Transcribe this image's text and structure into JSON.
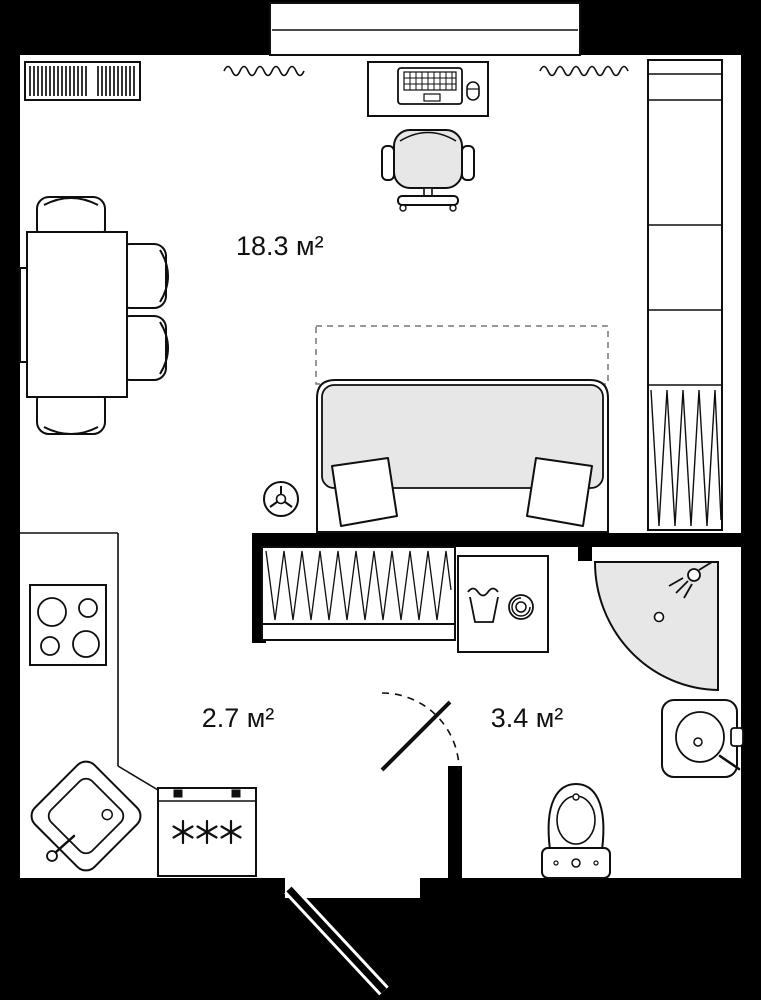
{
  "labels": {
    "living_area": "18.3 м²",
    "hall_area": "2.7 м²",
    "bathroom_area": "3.4 м²"
  },
  "colors": {
    "wall": "#000000",
    "floor": "#ffffff",
    "line": "#0f0f0f",
    "fixture_fill": "#e7e7e7"
  },
  "icons": [
    "desk-laptop-icon",
    "mouse-icon",
    "office-chair-icon",
    "dining-table-icon",
    "chair-icon",
    "bed-icon",
    "pillow-icon",
    "fan-icon",
    "wardrobe-icon",
    "closet-icon",
    "washing-machine-icon",
    "shower-icon",
    "shower-head-icon",
    "bathroom-sink-icon",
    "toilet-icon",
    "stove-icon",
    "kitchen-sink-icon",
    "freezer-icon",
    "radiator-icon",
    "vent-grille-icon",
    "door-swing-icon",
    "entrance-door-icon",
    "balcony-window-icon"
  ]
}
